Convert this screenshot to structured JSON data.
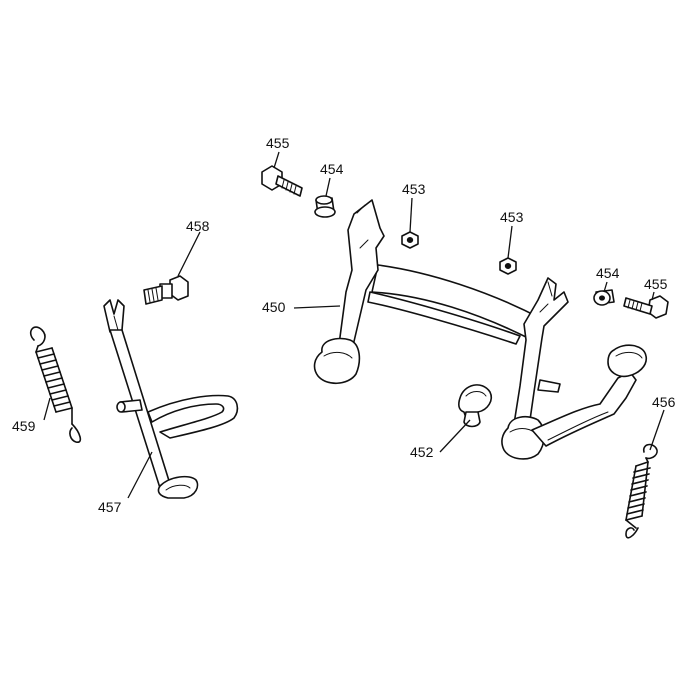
{
  "callouts": {
    "c450": "450",
    "c452": "452",
    "c453a": "453",
    "c453b": "453",
    "c454a": "454",
    "c454b": "454",
    "c455a": "455",
    "c455b": "455",
    "c456": "456",
    "c457": "457",
    "c458": "458",
    "c459": "459"
  }
}
